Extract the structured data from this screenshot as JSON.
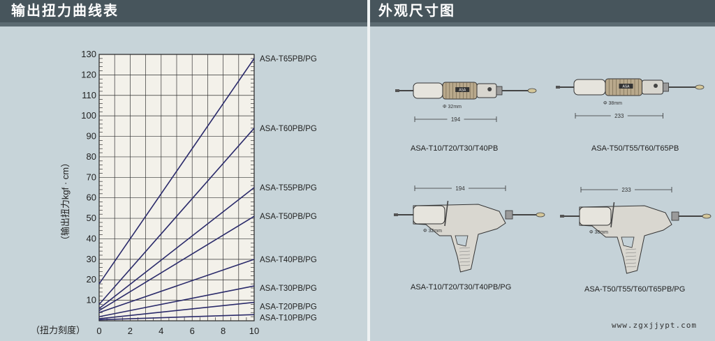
{
  "left_panel": {
    "title": "输出扭力曲线表"
  },
  "right_panel": {
    "title": "外观尺寸图",
    "tools": [
      {
        "caption": "ASA-T10/T20/T30/T40PB",
        "length_label": "194",
        "diameter_label": "Φ 32mm",
        "style": "straight"
      },
      {
        "caption": "ASA-T50/T55/T60/T65PB",
        "length_label": "233",
        "diameter_label": "Φ 38mm",
        "style": "straight"
      },
      {
        "caption": "ASA-T10/T20/T30/T40PB/PG",
        "length_label": "194",
        "diameter_label": "Φ 32mm",
        "style": "pistol"
      },
      {
        "caption": "ASA-T50/T55/T60/T65PB/PG",
        "length_label": "233",
        "diameter_label": "Φ 38mm",
        "style": "pistol"
      }
    ],
    "tool_body_label": "ASA"
  },
  "watermark": "www.zgxjjypt.com",
  "chart_data": {
    "type": "line",
    "title": "输出扭力曲线表",
    "xlabel": "（扭力刻度）",
    "ylabel": "（输出扭力kgf · cm）",
    "xlim": [
      0,
      10
    ],
    "ylim": [
      0,
      130
    ],
    "xticks": [
      0,
      2,
      4,
      6,
      8,
      10
    ],
    "yticks": [
      10,
      20,
      30,
      40,
      50,
      60,
      70,
      80,
      90,
      100,
      110,
      120,
      130
    ],
    "grid": true,
    "legend": "right-end labels",
    "series": [
      {
        "name": "ASA-T65PB/PG",
        "x": [
          0,
          10
        ],
        "y": [
          18,
          128
        ]
      },
      {
        "name": "ASA-T60PB/PG",
        "x": [
          0,
          10
        ],
        "y": [
          8,
          94
        ]
      },
      {
        "name": "ASA-T55PB/PG",
        "x": [
          0,
          10
        ],
        "y": [
          6,
          65
        ]
      },
      {
        "name": "ASA-T50PB/PG",
        "x": [
          0,
          10
        ],
        "y": [
          5,
          51
        ]
      },
      {
        "name": "ASA-T40PB/PG",
        "x": [
          0,
          10
        ],
        "y": [
          4,
          30
        ]
      },
      {
        "name": "ASA-T30PB/PG",
        "x": [
          0,
          10
        ],
        "y": [
          2,
          17
        ]
      },
      {
        "name": "ASA-T20PB/PG",
        "x": [
          0,
          10
        ],
        "y": [
          1,
          9
        ]
      },
      {
        "name": "ASA-T10PB/PG",
        "x": [
          0,
          10
        ],
        "y": [
          0.5,
          3
        ]
      }
    ],
    "series_label_y": [
      128,
      94,
      65,
      51,
      30,
      16,
      7,
      1.5
    ]
  }
}
